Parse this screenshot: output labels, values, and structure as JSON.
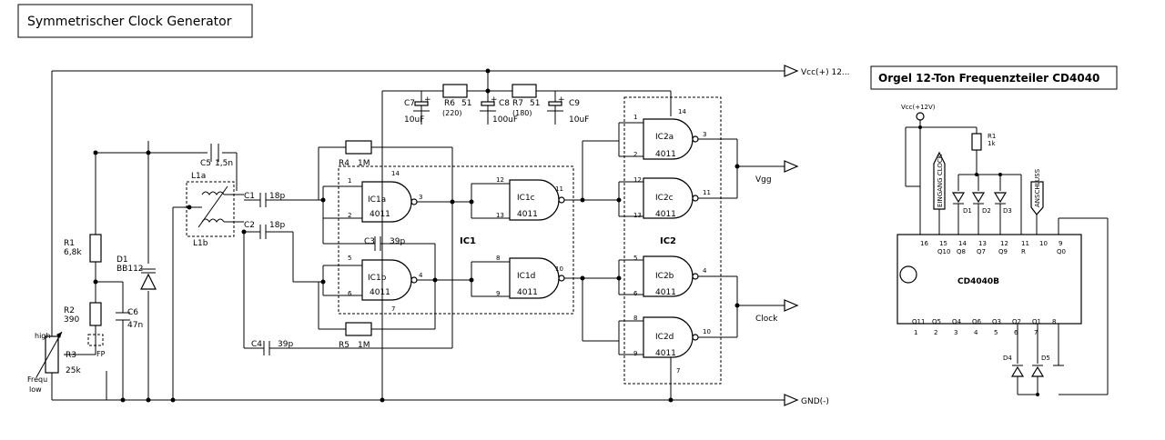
{
  "titles": {
    "clock": "Symmetrischer Clock Generator",
    "orgel": "Orgel 12-Ton Frequenzteiler CD4040"
  },
  "rails": {
    "vcc": "Vcc(+) 12...",
    "gnd": "GND(-)"
  },
  "outputs": {
    "vgg": "Vgg",
    "clock": "Clock"
  },
  "components": {
    "r1": "R1",
    "r1_val": "6,8k",
    "r2": "R2",
    "r2_val": "390",
    "r3": "R3",
    "r3_val": "25k",
    "r3_high": "high",
    "r3_freq": "Frequ",
    "r3_low": "low",
    "d1": "D1",
    "d1_val": "BB112",
    "c6": "C6",
    "c6_val": "47n",
    "fp": "FP",
    "c5": "C5",
    "c5_val": "1,5n",
    "l1a": "L1a",
    "l1b": "L1b",
    "c1": "C1",
    "c1_val": "18p",
    "c2": "C2",
    "c2_val": "18p",
    "c3": "C3",
    "c3_val": "39p",
    "c4": "C4",
    "c4_val": "39p",
    "r4": "R4",
    "r4_val": "1M",
    "r5": "R5",
    "r5_val": "1M",
    "c7": "C7",
    "c7_val": "10uF",
    "r6": "R6",
    "r6_val": "51",
    "r6_alt": "(220)",
    "c8": "C8",
    "c8_val": "100uF",
    "r7": "R7",
    "r7_val": "51",
    "r7_alt": "(180)",
    "c9": "C9",
    "c9_val": "10uF",
    "plus": "+"
  },
  "gates": {
    "ic1a": "IC1a",
    "ic1b": "IC1b",
    "ic1c": "IC1c",
    "ic1d": "IC1d",
    "ic2a": "IC2a",
    "ic2b": "IC2b",
    "ic2c": "IC2c",
    "ic2d": "IC2d",
    "part": "4011"
  },
  "ic_labels": {
    "ic1": "IC1",
    "ic2": "IC2"
  },
  "pins": {
    "p1": "1",
    "p2": "2",
    "p3": "3",
    "p4": "4",
    "p5": "5",
    "p6": "6",
    "p7": "7",
    "p8": "8",
    "p9": "9",
    "p10": "10",
    "p11": "11",
    "p12": "12",
    "p13": "13",
    "p14": "14"
  },
  "counter": {
    "vcc": "Vcc(+12V)",
    "r1": "R1",
    "r1_val": "1k",
    "chip": "CD4040B",
    "left_label": "EINGANG CLOCK",
    "right_label": "ANSCHLUSS",
    "d1": "D1",
    "d2": "D2",
    "d3": "D3",
    "d4": "D4",
    "d5": "D5",
    "top_pins": [
      "16",
      "15",
      "14",
      "13",
      "12",
      "11",
      "10",
      "9"
    ],
    "top_funcs": [
      "",
      "Q10",
      "Q8",
      "Q7",
      "Q9",
      "R",
      "",
      "Q0"
    ],
    "bottom_funcs": [
      "Q11",
      "Q5",
      "Q4",
      "Q6",
      "Q3",
      "Q2",
      "Q1",
      "8"
    ],
    "bottom_pins": [
      "1",
      "2",
      "3",
      "4",
      "5",
      "6",
      "7"
    ]
  }
}
